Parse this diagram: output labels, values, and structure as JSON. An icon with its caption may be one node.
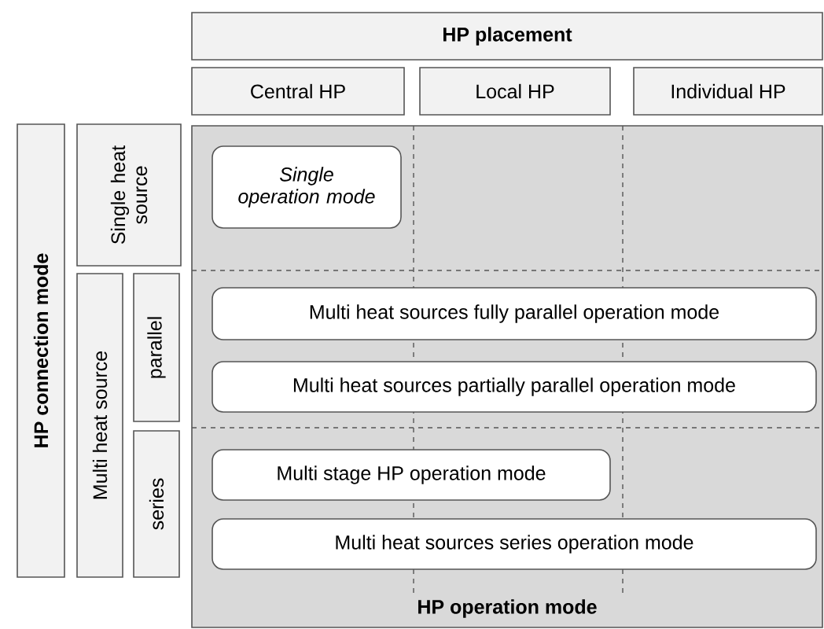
{
  "diagram": {
    "nodes": [
      {
        "text": [
          "HP placement"
        ]
      },
      {
        "text": [
          "Central HP"
        ]
      },
      {
        "text": [
          "Local HP"
        ]
      },
      {
        "text": [
          "Individual HP"
        ]
      },
      {
        "text": [
          "HP connection mode"
        ]
      },
      {
        "text": [
          "Single heat source"
        ]
      },
      {
        "text": [
          "Multi heat source"
        ]
      },
      {
        "text": [
          "parallel"
        ]
      },
      {
        "text": [
          "series"
        ]
      },
      {
        "text": [
          "HP operation mode"
        ]
      },
      {
        "text": [
          "Single operation mode"
        ],
        "in": 9
      },
      {
        "text": [
          "Multi heat sources fully parallel operation mode"
        ],
        "in": 9
      },
      {
        "text": [
          "Multi heat sources partially parallel operation mode"
        ],
        "in": 9
      },
      {
        "text": [
          "Multi stage HP operation mode"
        ],
        "in": 9
      },
      {
        "text": [
          "Multi heat sources series operation mode"
        ],
        "in": 9
      }
    ]
  }
}
